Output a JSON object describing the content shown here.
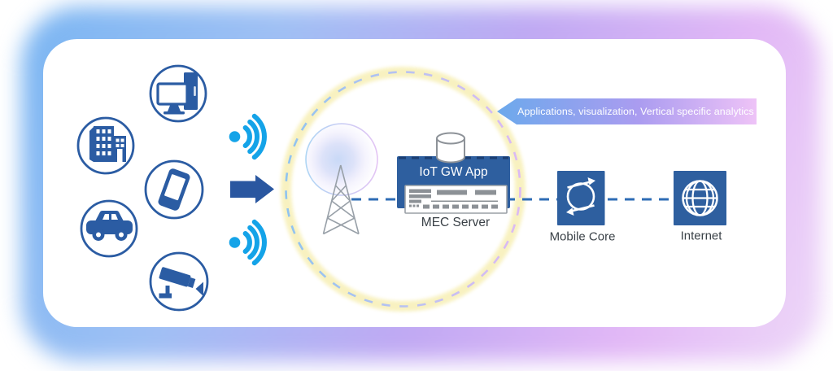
{
  "banner": {
    "text": "Applications, visualization, Vertical specific analytics"
  },
  "nodes": {
    "iot_gw_app": {
      "label": "IoT GW App"
    },
    "mec_server": {
      "label": "MEC Server"
    },
    "mobile_core": {
      "label": "Mobile Core"
    },
    "internet": {
      "label": "Internet"
    }
  },
  "devices": [
    {
      "icon": "desktop-computer-icon"
    },
    {
      "icon": "building-icon"
    },
    {
      "icon": "smartphone-icon"
    },
    {
      "icon": "car-icon"
    },
    {
      "icon": "cctv-camera-icon"
    }
  ],
  "icons": {
    "wifi-signal-icon": "dot with three arcs opening right",
    "arrow-right-icon": "solid right-pointing arrow",
    "cell-tower-icon": "lattice antenna tower",
    "database-cylinder-icon": "cylinder on server box",
    "server-panel-icon": "server front panel",
    "sync-arrows-icon": "circle with two arrows",
    "globe-icon": "wireframe globe"
  },
  "colors": {
    "icon_blue": "#2b5ca3",
    "box_blue": "#2e5f9f",
    "wifi_blue": "#14a3e8",
    "arrow_blue": "#2a57a0",
    "dash_line_blue": "#2e6cb5",
    "halo_yellow": "#f8f1bd",
    "circle_dash_blue": "#8fc3f0",
    "circle_dash_purple": "#dcb9f4",
    "tower_gray": "#98a0a8",
    "label_text": "#3a4147",
    "banner_gradient": [
      "#6ca9ec",
      "#ab9cf0",
      "#eec3f7"
    ],
    "glow_gradient": [
      "#79b5f2",
      "#c0a9f3",
      "#eed9f8"
    ]
  }
}
